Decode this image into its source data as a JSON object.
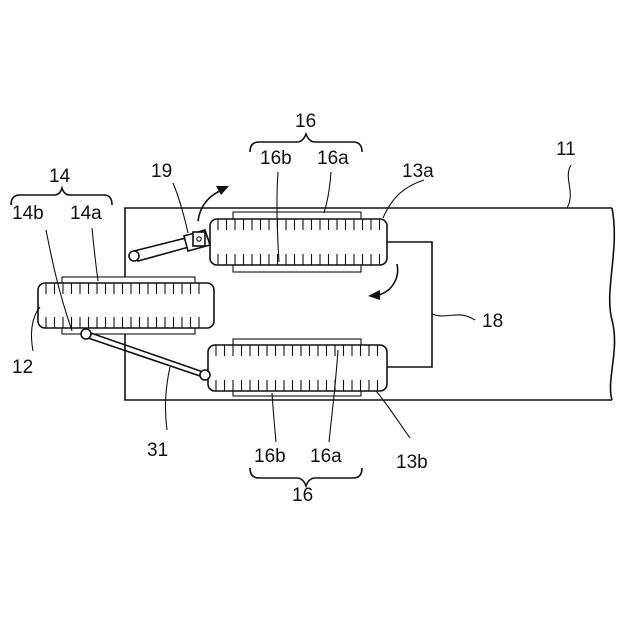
{
  "labels": {
    "l11": "11",
    "l12": "12",
    "l13a": "13a",
    "l13b": "13b",
    "l14": "14",
    "l14a": "14a",
    "l14b": "14b",
    "l16_top": "16",
    "l16a_top": "16a",
    "l16b_top": "16b",
    "l16_bot": "16",
    "l16a_bot": "16a",
    "l16b_bot": "16b",
    "l18": "18",
    "l19": "19",
    "l31": "31"
  }
}
